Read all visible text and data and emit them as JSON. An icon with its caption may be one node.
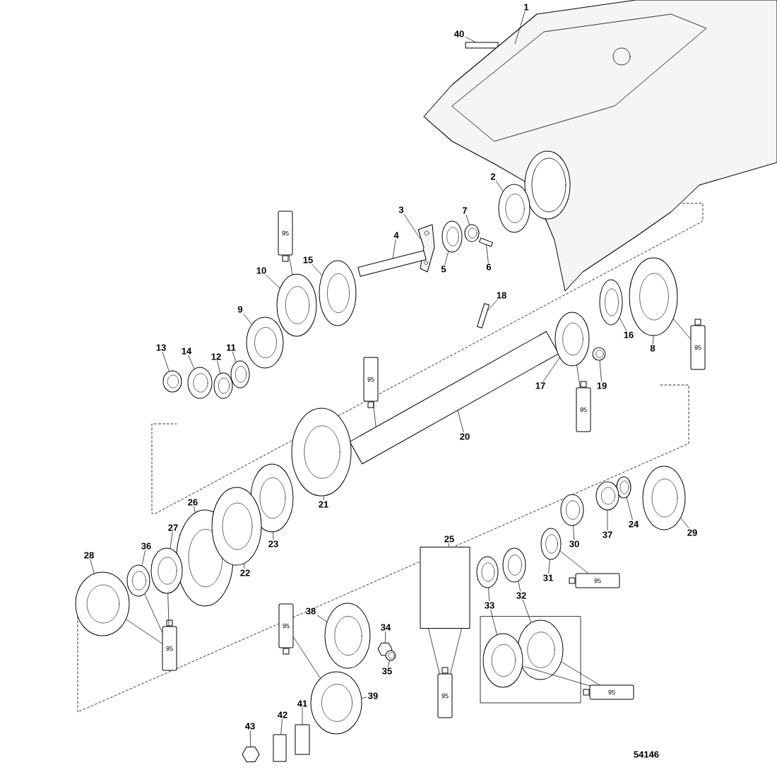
{
  "diagram": {
    "nodes": [
      {
        "text": [
          "40"
        ]
      },
      {
        "text": [
          "1"
        ]
      },
      {
        "text": [
          "2"
        ]
      },
      {
        "text": [
          "3"
        ]
      },
      {
        "text": [
          "7"
        ]
      },
      {
        "text": [
          "4"
        ]
      },
      {
        "text": [
          "95"
        ]
      },
      {
        "text": [
          "15"
        ]
      },
      {
        "text": [
          "6"
        ]
      },
      {
        "text": [
          "5"
        ]
      },
      {
        "text": [
          "10"
        ]
      },
      {
        "text": [
          "18"
        ]
      },
      {
        "text": [
          "9"
        ]
      },
      {
        "text": [
          "16"
        ]
      },
      {
        "text": [
          "95"
        ]
      },
      {
        "text": [
          "8"
        ]
      },
      {
        "text": [
          "11"
        ]
      },
      {
        "text": [
          "13"
        ]
      },
      {
        "text": [
          "14"
        ]
      },
      {
        "text": [
          "12"
        ]
      },
      {
        "text": [
          "95"
        ]
      },
      {
        "text": [
          "17"
        ]
      },
      {
        "text": [
          "19"
        ]
      },
      {
        "text": [
          "95"
        ]
      },
      {
        "text": [
          "20"
        ]
      },
      {
        "text": [
          "21"
        ]
      },
      {
        "text": [
          "26"
        ]
      },
      {
        "text": [
          "29"
        ]
      },
      {
        "text": [
          "24"
        ]
      },
      {
        "text": [
          "27"
        ]
      },
      {
        "text": [
          "37"
        ]
      },
      {
        "text": [
          "25"
        ]
      },
      {
        "text": [
          "23"
        ]
      },
      {
        "text": [
          "30"
        ]
      },
      {
        "text": [
          "36"
        ]
      },
      {
        "text": [
          "28"
        ]
      },
      {
        "text": [
          "22"
        ]
      },
      {
        "text": [
          "31"
        ]
      },
      {
        "text": [
          "95"
        ]
      },
      {
        "text": [
          "32"
        ]
      },
      {
        "text": [
          "33"
        ]
      },
      {
        "text": [
          "38"
        ]
      },
      {
        "text": [
          "95"
        ]
      },
      {
        "text": [
          "34"
        ]
      },
      {
        "text": [
          "95"
        ]
      },
      {
        "text": [
          "35"
        ]
      },
      {
        "text": [
          "95"
        ]
      },
      {
        "text": [
          "95"
        ]
      },
      {
        "text": [
          "39"
        ]
      },
      {
        "text": [
          "41"
        ]
      },
      {
        "text": [
          "42"
        ]
      },
      {
        "text": [
          "43"
        ]
      },
      {
        "text": [],
        "shape": "box"
      },
      {
        "text": [],
        "shape": "picture"
      },
      {
        "text": [],
        "shape": "circle"
      },
      {
        "text": [],
        "shape": "picture"
      },
      {
        "text": [],
        "shape": "circle"
      },
      {
        "text": [],
        "shape": "box"
      },
      {
        "text": [],
        "shape": "circle"
      },
      {
        "text": [],
        "shape": "circle"
      },
      {
        "text": [],
        "shape": "box"
      },
      {
        "text": [],
        "shape": "circle"
      },
      {
        "text": [],
        "shape": "box"
      },
      {
        "text": [],
        "shape": "circle"
      },
      {
        "text": [],
        "shape": "circle"
      },
      {
        "text": [],
        "shape": "circle"
      },
      {
        "text": [],
        "shape": "circle"
      },
      {
        "text": [],
        "shape": "circle"
      },
      {
        "text": [],
        "shape": "circle"
      },
      {
        "text": [],
        "shape": "circle"
      },
      {
        "text": [],
        "shape": "box"
      },
      {
        "text": [],
        "shape": "circle"
      },
      {
        "text": [],
        "shape": "circle"
      },
      {
        "text": [],
        "shape": "circle"
      },
      {
        "text": [],
        "shape": "circle"
      },
      {
        "text": [],
        "shape": "circle"
      },
      {
        "text": [],
        "shape": "circle"
      },
      {
        "text": [],
        "shape": "circle"
      },
      {
        "text": [],
        "shape": "circle"
      },
      {
        "text": [],
        "shape": "box"
      },
      {
        "text": [],
        "shape": "circle"
      },
      {
        "text": [],
        "shape": "circle"
      },
      {
        "text": [],
        "shape": "circle"
      },
      {
        "text": [],
        "shape": "circle"
      },
      {
        "text": [],
        "shape": "circle"
      },
      {
        "text": [],
        "shape": "circle"
      },
      {
        "text": [],
        "shape": "circle"
      },
      {
        "text": [],
        "shape": "circle"
      },
      {
        "text": [],
        "shape": "circle"
      },
      {
        "text": [],
        "shape": "circle"
      },
      {
        "text": [],
        "shape": "circle"
      },
      {
        "text": [],
        "shape": "circle"
      },
      {
        "text": [],
        "shape": "hexagon"
      },
      {
        "text": [],
        "shape": "circle"
      },
      {
        "text": [],
        "shape": "box"
      },
      {
        "text": [],
        "shape": "box"
      },
      {
        "text": [],
        "shape": "hexagon"
      }
    ],
    "edges": [
      {
        "from": 0,
        "to": 52,
        "arrow": "none"
      },
      {
        "from": 1,
        "to": 53,
        "arrow": "none"
      },
      {
        "from": 2,
        "to": 54,
        "arrow": "none"
      },
      {
        "from": 3,
        "to": 55,
        "arrow": "none"
      },
      {
        "from": 4,
        "to": 56,
        "arrow": "none"
      },
      {
        "from": 5,
        "to": 57,
        "arrow": "none"
      },
      {
        "from": 6,
        "to": 58,
        "arrow": "none"
      },
      {
        "from": 7,
        "to": 59,
        "arrow": "none"
      },
      {
        "from": 8,
        "to": 60,
        "arrow": "none"
      },
      {
        "from": 9,
        "to": 61,
        "arrow": "none"
      },
      {
        "from": 10,
        "to": 58,
        "arrow": "none"
      },
      {
        "from": 11,
        "to": 62,
        "arrow": "none"
      },
      {
        "from": 12,
        "to": 63,
        "arrow": "none"
      },
      {
        "from": 13,
        "to": 64,
        "arrow": "none"
      },
      {
        "from": 14,
        "to": 65,
        "arrow": "none"
      },
      {
        "from": 15,
        "to": 65,
        "arrow": "none"
      },
      {
        "from": 16,
        "to": 66,
        "arrow": "none"
      },
      {
        "from": 17,
        "to": 67,
        "arrow": "none"
      },
      {
        "from": 18,
        "to": 68,
        "arrow": "none"
      },
      {
        "from": 19,
        "to": 69,
        "arrow": "none"
      },
      {
        "from": 20,
        "to": 70,
        "arrow": "none"
      },
      {
        "from": 21,
        "to": 71,
        "arrow": "none"
      },
      {
        "from": 22,
        "to": 72,
        "arrow": "none"
      },
      {
        "from": 23,
        "to": 71,
        "arrow": "none"
      },
      {
        "from": 24,
        "to": 70,
        "arrow": "none"
      },
      {
        "from": 25,
        "to": 73,
        "arrow": "none"
      },
      {
        "from": 26,
        "to": 74,
        "arrow": "none"
      },
      {
        "from": 27,
        "to": 75,
        "arrow": "none"
      },
      {
        "from": 28,
        "to": 76,
        "arrow": "none"
      },
      {
        "from": 29,
        "to": 77,
        "arrow": "none"
      },
      {
        "from": 30,
        "to": 78,
        "arrow": "none"
      },
      {
        "from": 31,
        "to": 79,
        "arrow": "none"
      },
      {
        "from": 32,
        "to": 80,
        "arrow": "none"
      },
      {
        "from": 33,
        "to": 81,
        "arrow": "none"
      },
      {
        "from": 34,
        "to": 82,
        "arrow": "none"
      },
      {
        "from": 35,
        "to": 83,
        "arrow": "none"
      },
      {
        "from": 36,
        "to": 84,
        "arrow": "none"
      },
      {
        "from": 37,
        "to": 85,
        "arrow": "none"
      },
      {
        "from": 38,
        "to": 85,
        "arrow": "none"
      },
      {
        "from": 39,
        "to": 86,
        "arrow": "none"
      },
      {
        "from": 39,
        "to": 87,
        "arrow": "none"
      },
      {
        "from": 40,
        "to": 88,
        "arrow": "none"
      },
      {
        "from": 40,
        "to": 89,
        "arrow": "none"
      },
      {
        "from": 41,
        "to": 90,
        "arrow": "none"
      },
      {
        "from": 42,
        "to": 91,
        "arrow": "none"
      },
      {
        "from": 43,
        "to": 92,
        "arrow": "none"
      },
      {
        "from": 44,
        "to": 83,
        "arrow": "none"
      },
      {
        "from": 44,
        "to": 82,
        "arrow": "none"
      },
      {
        "from": 44,
        "to": 77,
        "arrow": "none"
      },
      {
        "from": 45,
        "to": 93,
        "arrow": "none"
      },
      {
        "from": 46,
        "to": 79,
        "arrow": "none"
      },
      {
        "from": 46,
        "to": 79,
        "arrow": "none"
      },
      {
        "from": 47,
        "to": 89,
        "arrow": "none"
      },
      {
        "from": 47,
        "to": 87,
        "arrow": "none"
      },
      {
        "from": 48,
        "to": 91,
        "arrow": "none"
      },
      {
        "from": 49,
        "to": 94,
        "arrow": "none"
      },
      {
        "from": 50,
        "to": 95,
        "arrow": "none"
      },
      {
        "from": 51,
        "to": 96,
        "arrow": "none"
      }
    ],
    "labels": [
      "54146"
    ]
  }
}
